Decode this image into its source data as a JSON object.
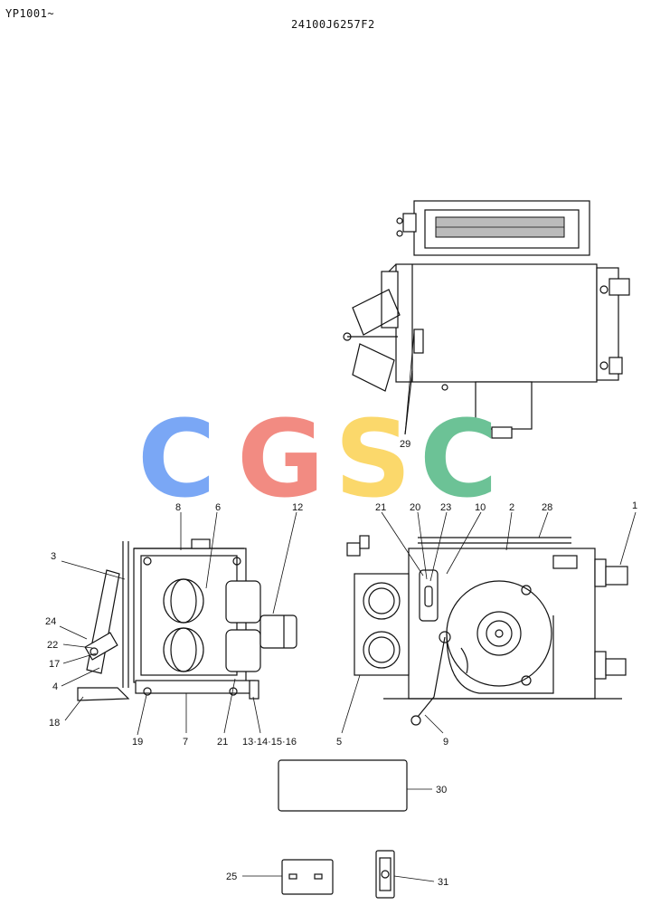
{
  "header": {
    "model_range": "YP1001~",
    "drawing_number": "24100J6257F2"
  },
  "watermark": {
    "letters": [
      "C",
      "G",
      "S",
      "C"
    ],
    "colors": [
      "#7aa7f5",
      "#f28b82",
      "#fbd86b",
      "#6cc296"
    ]
  },
  "callouts": {
    "c1": "1",
    "c2": "2",
    "c3": "3",
    "c4": "4",
    "c5": "5",
    "c6": "6",
    "c7": "7",
    "c8": "8",
    "c9": "9",
    "c10": "10",
    "c12": "12",
    "c13_16": "13·14·15·16",
    "c17": "17",
    "c18": "18",
    "c19": "19",
    "c20": "20",
    "c21a": "21",
    "c21b": "21",
    "c22": "22",
    "c23": "23",
    "c24": "24",
    "c25": "25",
    "c28": "28",
    "c29": "29",
    "c30": "30",
    "c31": "31"
  }
}
